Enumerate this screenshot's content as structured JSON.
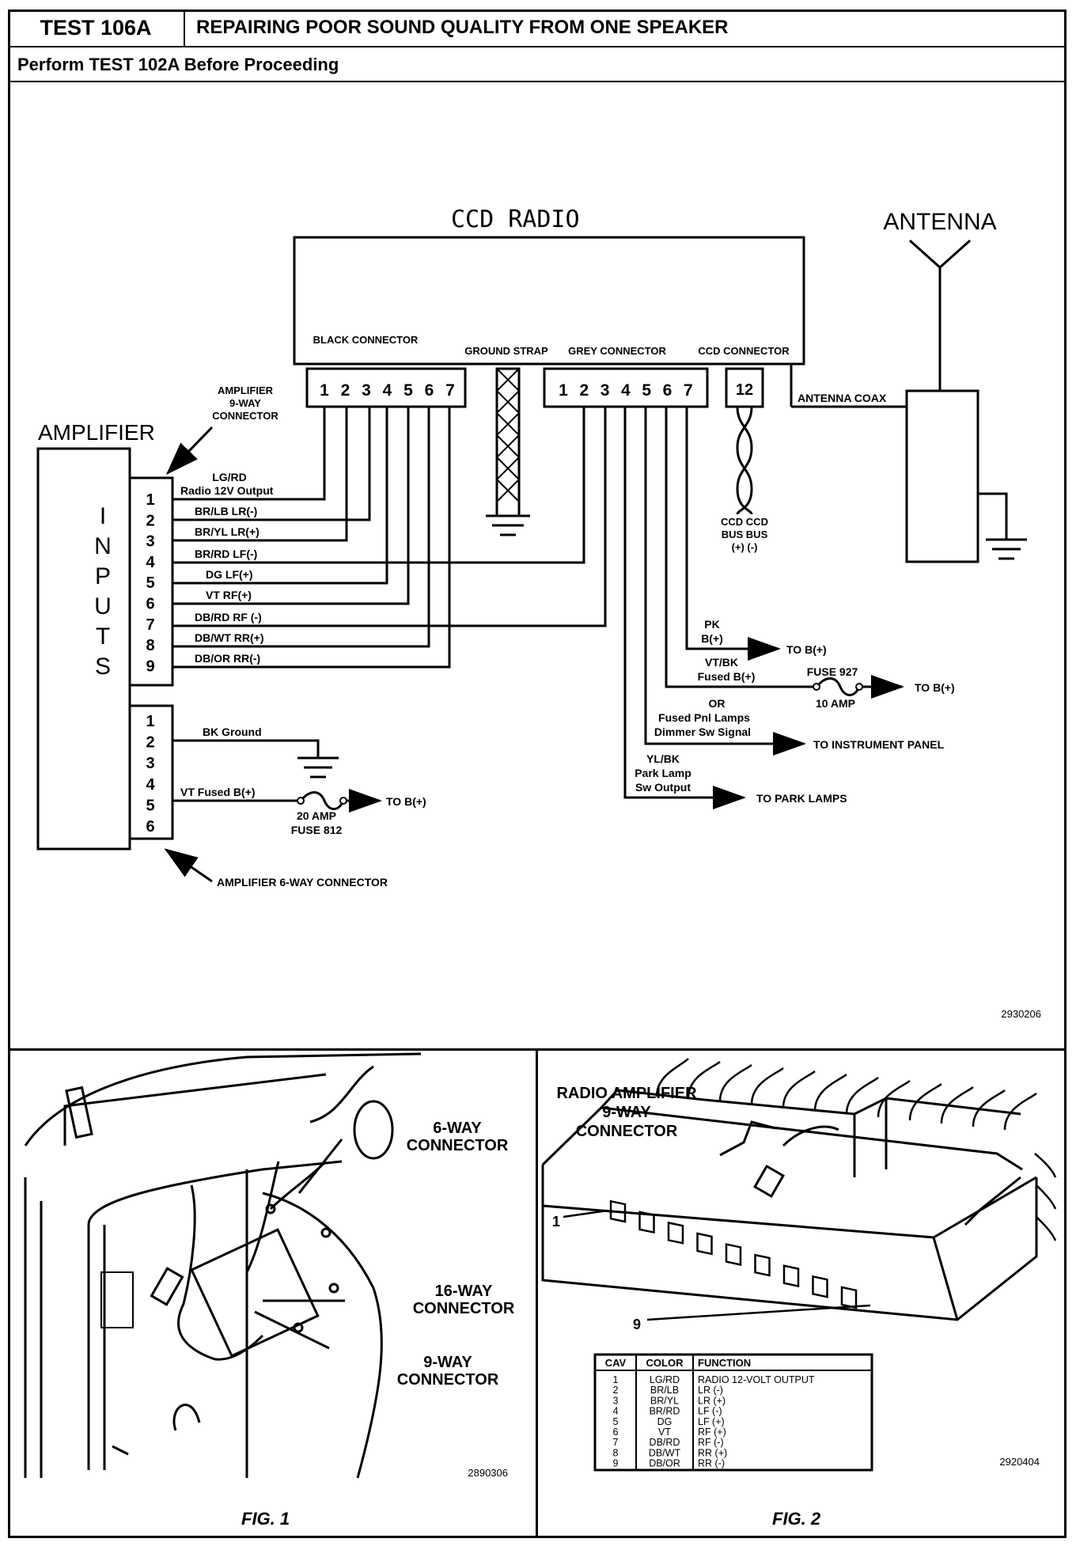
{
  "header": {
    "test_id": "TEST 106A",
    "title": "REPAIRING POOR SOUND QUALITY FROM ONE SPEAKER",
    "prereq": "Perform TEST 102A Before Proceeding"
  },
  "diagram": {
    "radio_title": "CCD RADIO",
    "antenna_title": "ANTENNA",
    "black_connector": "BLACK CONNECTOR",
    "ground_strap": "GROUND STRAP",
    "grey_connector": "GREY CONNECTOR",
    "ccd_connector": "CCD CONNECTOR",
    "black_pins": [
      "1",
      "2",
      "3",
      "4",
      "5",
      "6",
      "7"
    ],
    "grey_pins": [
      "1",
      "2",
      "3",
      "4",
      "5",
      "6",
      "7"
    ],
    "ccd_pin": "12",
    "antenna_coax": "ANTENNA COAX",
    "amp_9way_label_1": "AMPLIFIER",
    "amp_9way_label_2": "9-WAY",
    "amp_9way_label_3": "CONNECTOR",
    "amplifier_title": "AMPLIFIER",
    "inputs_letters": [
      "I",
      "N",
      "P",
      "U",
      "T",
      "S"
    ],
    "inputs_pins": [
      "1",
      "2",
      "3",
      "4",
      "5",
      "6",
      "7",
      "8",
      "9"
    ],
    "wire_labels": [
      "LG/RD",
      "Radio 12V Output",
      "BR/LB LR(-)",
      "BR/YL LR(+)",
      "BR/RD LF(-)",
      "DG LF(+)",
      "VT RF(+)",
      "DB/RD RF (-)",
      "DB/WT RR(+)",
      "DB/OR RR(-)"
    ],
    "six_way_pins": [
      "1",
      "2",
      "3",
      "4",
      "5",
      "6"
    ],
    "bk_ground": "BK Ground",
    "vt_fused": "VT Fused B(+)",
    "to_b_plus_1": "TO B(+)",
    "fuse_20_1": "20 AMP",
    "fuse_20_2": "FUSE 812",
    "amp_6way": "AMPLIFIER 6-WAY CONNECTOR",
    "ccd_bus_1": "CCD CCD",
    "ccd_bus_2": "BUS BUS",
    "ccd_bus_3": "(+) (-)",
    "pk_1": "PK",
    "pk_2": "B(+)",
    "to_b_plus_2": "TO B(+)",
    "vtbk_1": "VT/BK",
    "vtbk_2": "Fused B(+)",
    "fuse_927_1": "FUSE 927",
    "fuse_927_2": "10 AMP",
    "to_b_plus_3": "TO B(+)",
    "or_1": "OR",
    "or_2": "Fused Pnl Lamps",
    "or_3": "Dimmer Sw Signal",
    "to_instrument": "TO INSTRUMENT PANEL",
    "ylbk_1": "YL/BK",
    "ylbk_2": "Park Lamp",
    "ylbk_3": "Sw Output",
    "to_park": "TO PARK LAMPS",
    "fig_number": "2930206"
  },
  "fig1": {
    "six_way_1": "6-WAY",
    "six_way_2": "CONNECTOR",
    "sixteen_way_1": "16-WAY",
    "sixteen_way_2": "CONNECTOR",
    "nine_way_1": "9-WAY",
    "nine_way_2": "CONNECTOR",
    "fig_number": "2890306",
    "caption": "FIG. 1"
  },
  "fig2": {
    "title_1": "RADIO AMPLIFIER",
    "title_2": "9-WAY",
    "title_3": "CONNECTOR",
    "cav1": "1",
    "cav9": "9",
    "table_headers": [
      "CAV",
      "COLOR",
      "FUNCTION"
    ],
    "table_rows": [
      [
        "1",
        "LG/RD",
        "RADIO 12-VOLT OUTPUT"
      ],
      [
        "2",
        "BR/LB",
        "LR (-)"
      ],
      [
        "3",
        "BR/YL",
        "LR (+)"
      ],
      [
        "4",
        "BR/RD",
        "LF (-)"
      ],
      [
        "5",
        "DG",
        "LF (+)"
      ],
      [
        "6",
        "VT",
        "RF (+)"
      ],
      [
        "7",
        "DB/RD",
        "RF (-)"
      ],
      [
        "8",
        "DB/WT",
        "RR (+)"
      ],
      [
        "9",
        "DB/OR",
        "RR (-)"
      ]
    ],
    "fig_number": "2920404",
    "caption": "FIG. 2"
  }
}
